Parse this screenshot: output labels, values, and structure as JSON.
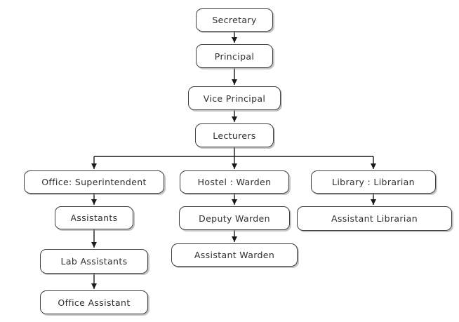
{
  "diagram": {
    "type": "org-chart",
    "colors": {
      "background": "#ffffff",
      "box_fill": "#ffffff",
      "box_border": "#3f3f3f",
      "box_shadow": "#969696",
      "text": "#2e2e2e",
      "connector": "#1a1a1a"
    },
    "nodes": {
      "secretary": {
        "label": "Secretary"
      },
      "principal": {
        "label": "Principal"
      },
      "vice_principal": {
        "label": "Vice Principal"
      },
      "lecturers": {
        "label": "Lecturers"
      },
      "office_superintendent": {
        "label": "Office: Superintendent"
      },
      "hostel_warden": {
        "label": "Hostel : Warden"
      },
      "library_librarian": {
        "label": "Library : Librarian"
      },
      "assistants": {
        "label": "Assistants"
      },
      "deputy_warden": {
        "label": "Deputy Warden"
      },
      "assistant_librarian": {
        "label": "Assistant Librarian"
      },
      "lab_assistants": {
        "label": "Lab Assistants"
      },
      "assistant_warden": {
        "label": "Assistant Warden"
      },
      "office_assistant": {
        "label": "Office Assistant"
      }
    },
    "edges": [
      {
        "from": "secretary",
        "to": "principal"
      },
      {
        "from": "principal",
        "to": "vice_principal"
      },
      {
        "from": "vice_principal",
        "to": "lecturers"
      },
      {
        "from": "lecturers",
        "to": "office_superintendent"
      },
      {
        "from": "lecturers",
        "to": "hostel_warden"
      },
      {
        "from": "lecturers",
        "to": "library_librarian"
      },
      {
        "from": "office_superintendent",
        "to": "assistants"
      },
      {
        "from": "assistants",
        "to": "lab_assistants"
      },
      {
        "from": "lab_assistants",
        "to": "office_assistant"
      },
      {
        "from": "hostel_warden",
        "to": "deputy_warden"
      },
      {
        "from": "deputy_warden",
        "to": "assistant_warden"
      },
      {
        "from": "library_librarian",
        "to": "assistant_librarian"
      }
    ]
  }
}
